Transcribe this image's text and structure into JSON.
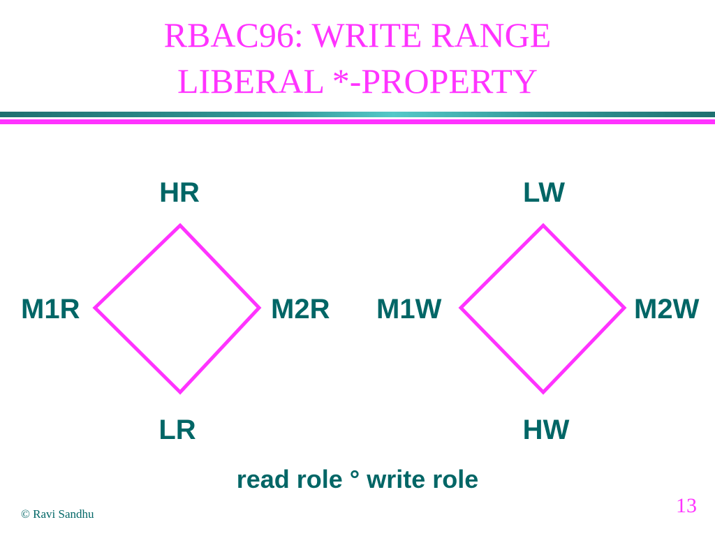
{
  "title": {
    "line1": "RBAC96: WRITE RANGE",
    "line2": "LIBERAL *-PROPERTY"
  },
  "read_lattice": {
    "top": "HR",
    "left": "M1R",
    "right": "M2R",
    "bottom": "LR"
  },
  "write_lattice": {
    "top": "LW",
    "left": "M1W",
    "right": "M2W",
    "bottom": "HW"
  },
  "caption": "read role ° write role",
  "footer": {
    "copyright": "© Ravi Sandhu",
    "page_number": "13"
  },
  "colors": {
    "title": "#ff33ff",
    "label": "#006666",
    "edge": "#ff33ff",
    "rule_teal": "#339999",
    "rule_magenta": "#ff33ff",
    "page_number": "#ff33ff",
    "copyright": "#006666"
  }
}
